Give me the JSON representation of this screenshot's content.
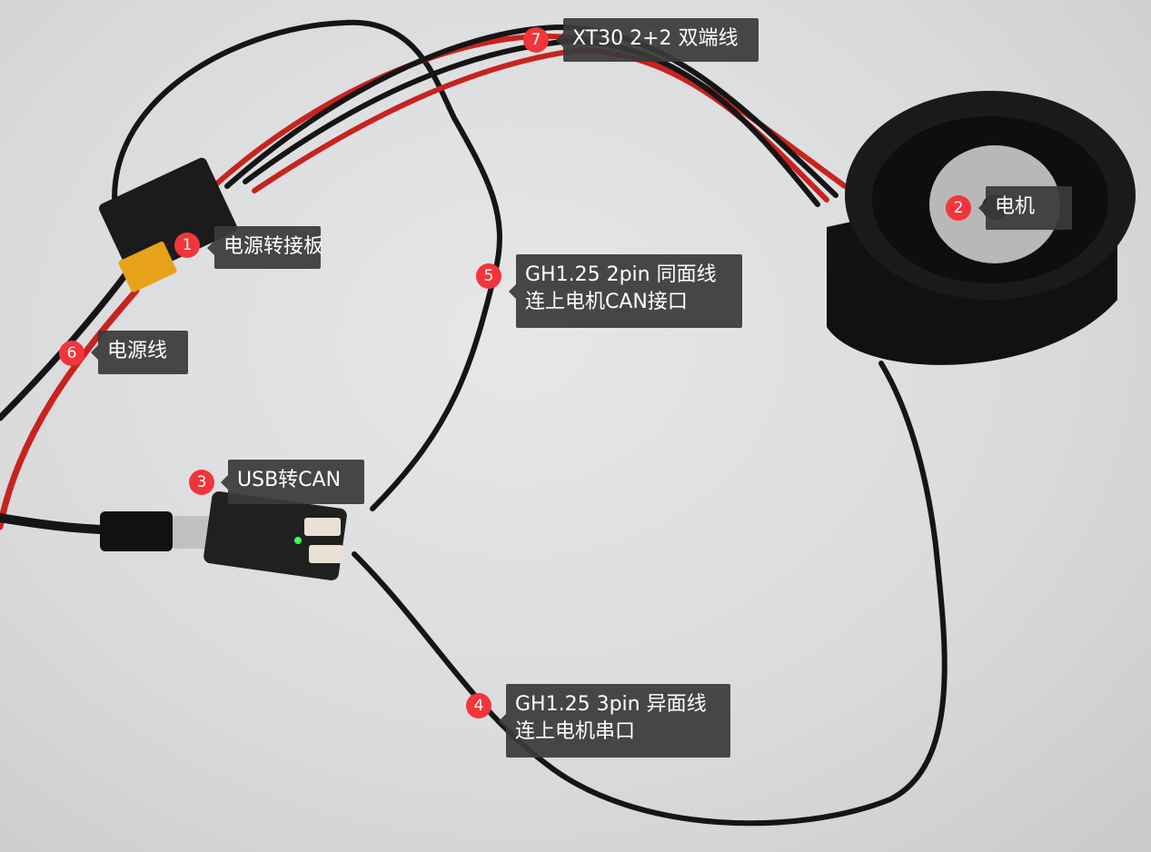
{
  "annotations": [
    {
      "number": "1",
      "text": "电源转接板"
    },
    {
      "number": "2",
      "text": "电机"
    },
    {
      "number": "3",
      "text": "USB转CAN"
    },
    {
      "number": "4",
      "line1": "GH1.25 3pin 异面线",
      "line2": "连上电机串口"
    },
    {
      "number": "5",
      "line1": "GH1.25 2pin 同面线",
      "line2": "连上电机CAN接口"
    },
    {
      "number": "6",
      "text": "电源线"
    },
    {
      "number": "7",
      "text": "XT30 2+2 双端线"
    }
  ],
  "colors": {
    "badge": "#f2353b",
    "label_bg": "#3a3a3a",
    "wire_red": "#c8231e",
    "wire_black": "#151515"
  }
}
